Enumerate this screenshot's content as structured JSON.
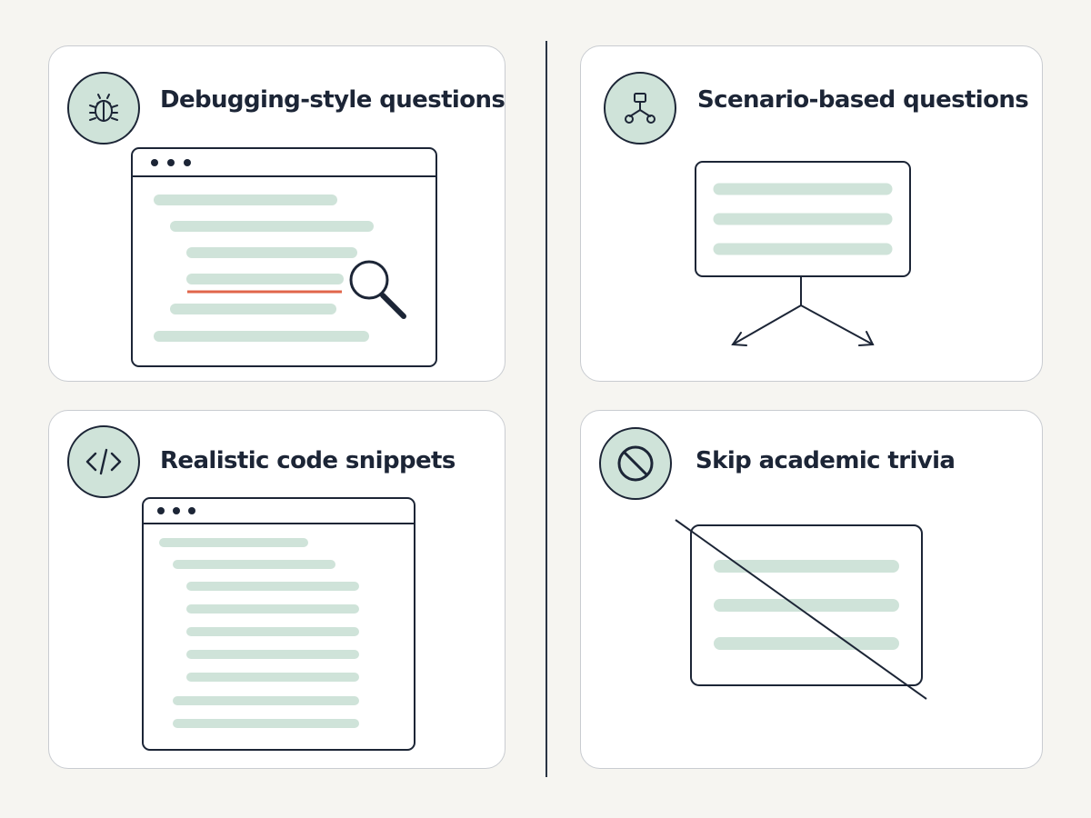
{
  "colors": {
    "background": "#f6f5f1",
    "card": "#ffffff",
    "card_border": "#c9ccd1",
    "ink": "#1c2536",
    "accent_green": "#cfe3d9",
    "highlight_red": "#e0654a"
  },
  "cards": [
    {
      "title": "Debugging-style questions",
      "icon": "bug-icon"
    },
    {
      "title": "Scenario-based questions",
      "icon": "flowchart-icon"
    },
    {
      "title": "Realistic code snippets",
      "icon": "code-icon"
    },
    {
      "title": "Skip academic trivia",
      "icon": "prohibited-icon"
    }
  ]
}
